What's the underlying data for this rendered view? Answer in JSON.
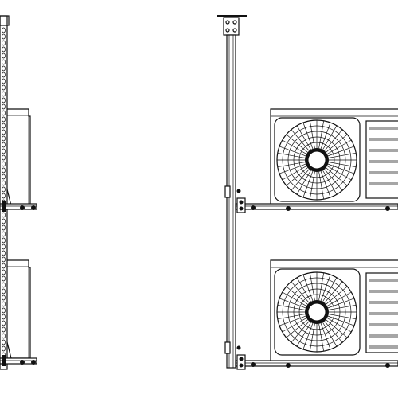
{
  "drawing": {
    "subject": "air-conditioner-outdoor-unit-mounting-rack",
    "views": [
      {
        "id": "side-view",
        "units": 2
      },
      {
        "id": "front-view",
        "units": 2
      }
    ],
    "colors": {
      "line": "#111111",
      "background": "#ffffff"
    }
  }
}
